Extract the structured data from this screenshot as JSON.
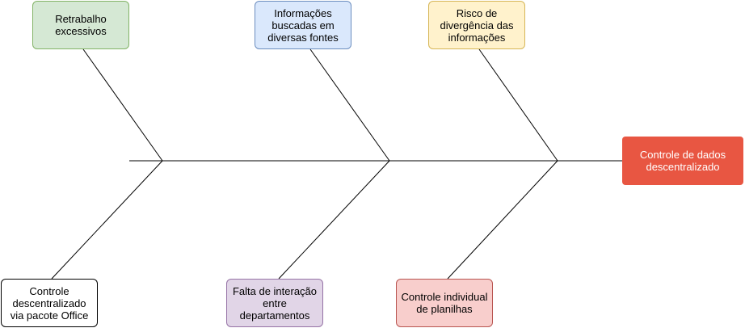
{
  "effect": {
    "label": "Controle de dados descentralizado",
    "color": "#e85642"
  },
  "causes_top": [
    {
      "label": "Retrabalho excessivos",
      "color": "#d5e8d4"
    },
    {
      "label": "Informações buscadas em diversas fontes",
      "color": "#dae8fc"
    },
    {
      "label": "Risco de divergência das informações",
      "color": "#fff2cc"
    }
  ],
  "causes_bottom": [
    {
      "label": "Controle descentralizado via pacote Office",
      "color": "#ffffff"
    },
    {
      "label": "Falta de interação entre departamentos",
      "color": "#e1d5e7"
    },
    {
      "label": "Controle individual de planilhas",
      "color": "#f8cecc"
    }
  ]
}
